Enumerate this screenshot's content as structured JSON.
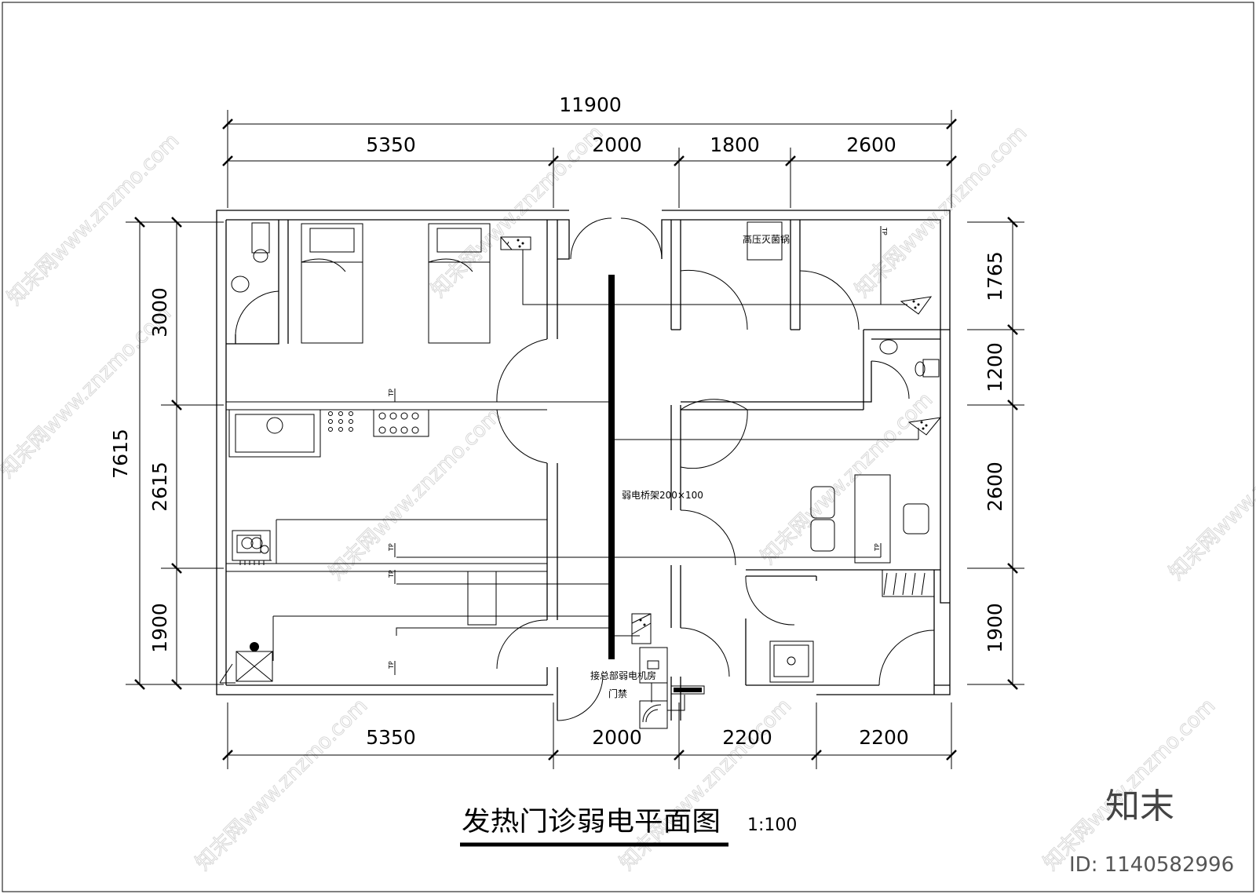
{
  "title": "发热门诊弱电平面图",
  "scale": "1:100",
  "brand": "知末",
  "id_label": "ID: 1140582996",
  "watermark": "知末网www.znzmo.com",
  "dimensions": {
    "top_total": "11900",
    "top_segments": [
      "5350",
      "2000",
      "1800",
      "2600"
    ],
    "bottom_segments": [
      "5350",
      "2000",
      "2200",
      "2200"
    ],
    "left_total": "7615",
    "left_segments": [
      "3000",
      "2615",
      "1900"
    ],
    "right_segments": [
      "1765",
      "1200",
      "2600",
      "1900"
    ]
  },
  "labels": {
    "autoclave": "高压灭菌锅",
    "cable_tray": "弱电桥架200×100",
    "connect_room": "接总部弱电机房",
    "access_control": "门禁",
    "tp": "TP"
  }
}
